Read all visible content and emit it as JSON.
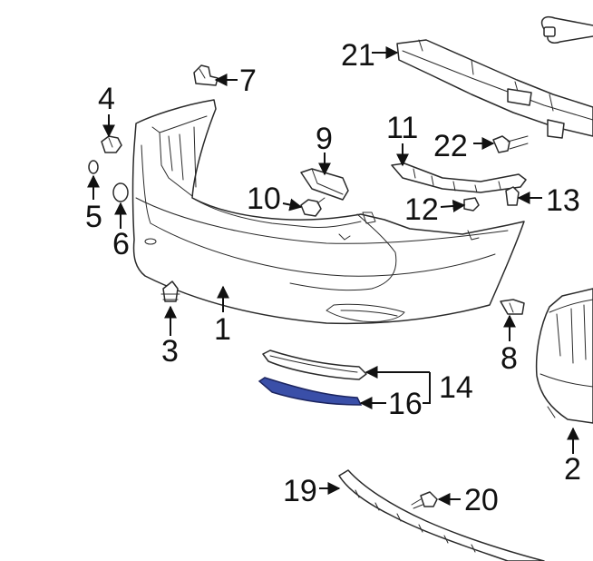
{
  "diagram": {
    "callouts": {
      "c1": "1",
      "c2": "2",
      "c3": "3",
      "c4": "4",
      "c5": "5",
      "c6": "6",
      "c7": "7",
      "c8": "8",
      "c9": "9",
      "c10": "10",
      "c11": "11",
      "c12": "12",
      "c13": "13",
      "c14": "14",
      "c16": "16",
      "c19": "19",
      "c20": "20",
      "c21": "21",
      "c22": "22"
    },
    "colors": {
      "line": "#2a2a2a",
      "highlight_part": "#2e3f8f",
      "highlight_fill": "#3a4fa8"
    }
  }
}
